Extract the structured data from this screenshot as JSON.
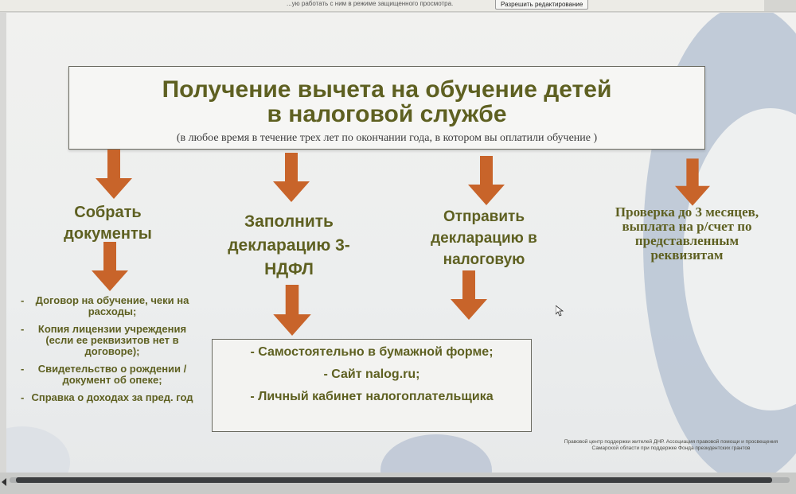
{
  "protected_view": {
    "message": "...ую работать с ним в режиме защищенного просмотра.",
    "enable_editing_label": "Разрешить редактирование"
  },
  "slide": {
    "title_line1": "Получение вычета на обучение детей",
    "title_line2": "в налоговой службе",
    "subtitle": "(в любое время в течение трех лет по окончании года, в котором вы оплатили обучение )",
    "steps": {
      "step1": [
        "Собрать",
        "документы"
      ],
      "step2": [
        "Заполнить",
        "декларацию 3-",
        "НДФЛ"
      ],
      "step3": [
        "Отправить",
        "декларацию в",
        "налоговую"
      ],
      "step4": [
        "Проверка до 3 месяцев,",
        "выплата на р/счет по",
        "представленным",
        "реквизитам"
      ]
    },
    "documents": [
      {
        "dash": "-",
        "text": "Договор на обучение, чеки на расходы;"
      },
      {
        "dash": "-",
        "text": "Копия лицензии учреждения (если ее реквизитов нет в договоре);"
      },
      {
        "dash": "-",
        "text": "Свидетельство о рождении / документ об опеке;"
      },
      {
        "dash": "-",
        "text": "Справка о доходах за пред. год"
      }
    ],
    "submission_options": [
      "- Самостоятельно в бумажной форме;",
      "- Сайт nalog.ru;",
      "- Личный кабинет налогоплательщика"
    ],
    "footer": "Правовой центр поддержки жителей ДНР. Ассоциация правовой помощи и просвещения Самарской области при поддержке Фонда президентских грантов",
    "colors": {
      "heading": "#5e6021",
      "arrow": "#c8642a",
      "box_border": "#6a6a60"
    }
  },
  "icons": {
    "arrow": "down-arrow-icon",
    "cursor": "mouse-cursor-icon"
  }
}
